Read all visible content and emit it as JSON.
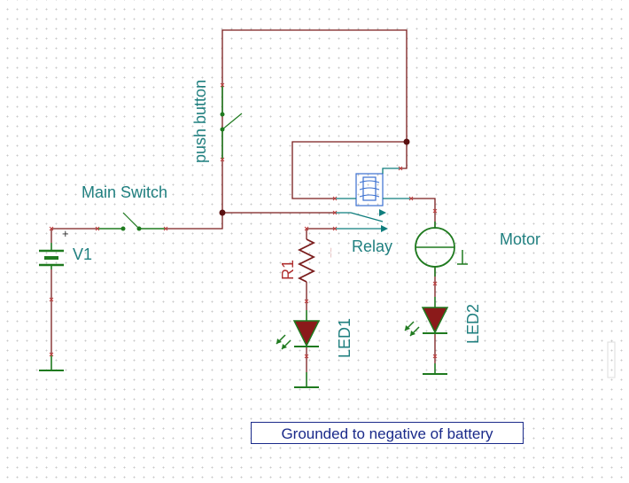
{
  "labels": {
    "push_button": "push button",
    "main_switch": "Main Switch",
    "v1": "V1",
    "r1": "R1",
    "relay": "Relay",
    "motor": "Motor",
    "led1": "LED1",
    "led2": "LED2",
    "note": "Grounded to negative of battery"
  },
  "colors": {
    "wire": "#7a1c1c",
    "component": "#1f7a1f",
    "label": "#1f7f7f",
    "resistor_label": "#b03030",
    "led_fill": "#8b1a1a",
    "note_border": "#1a2a8a"
  }
}
